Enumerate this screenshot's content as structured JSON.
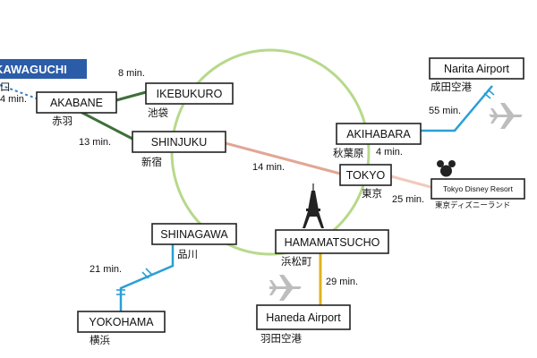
{
  "colors": {
    "yamanote": "#b7d98b",
    "saikyo": "#3f6f3a",
    "airport_line": "#2b9fd6",
    "narita_link": "#2b9fd6",
    "shinjuku_tokyo": "#e2a694",
    "monorail": "#e3b21a",
    "disney_link": "#f2c9bd",
    "banner": "#2b5ca8",
    "plane": "#bdbdbd"
  },
  "banner": {
    "en": "KAWAGUCHI",
    "jp": "口"
  },
  "stations": {
    "akabane": {
      "en": "AKABANE",
      "jp": "赤羽"
    },
    "ikebukuro": {
      "en": "IKEBUKURO",
      "jp": "池袋"
    },
    "shinjuku": {
      "en": "SHINJUKU",
      "jp": "新宿"
    },
    "akihabara": {
      "en": "AKIHABARA",
      "jp": "秋葉原"
    },
    "tokyo": {
      "en": "TOKYO",
      "jp": "東京"
    },
    "shinagawa": {
      "en": "SHINAGAWA",
      "jp": "品川"
    },
    "hamamatsucho": {
      "en": "HAMAMATSUCHO",
      "jp": "浜松町"
    },
    "yokohama": {
      "en": "YOKOHAMA",
      "jp": "横浜"
    },
    "narita": {
      "en": "Narita Airport",
      "jp": "成田空港"
    },
    "haneda": {
      "en": "Haneda Airport",
      "jp": "羽田空港"
    },
    "disney": {
      "en": "Tokyo Disney Resort",
      "jp": "東京ディズニーランド"
    }
  },
  "times": {
    "kawaguchi_akabane": "4 min.",
    "akabane_ikebukuro": "8 min.",
    "akabane_shinjuku": "13 min.",
    "shinjuku_tokyo": "14 min.",
    "akihabara_tokyo": "4 min.",
    "tokyo_disney": "25 min.",
    "narita_akihabara": "55 min.",
    "shinagawa_yokohama": "21 min.",
    "hamamatsucho_haneda": "29 min."
  },
  "icons": [
    "airplane-icon",
    "tokyo-tower-icon",
    "mickey-icon",
    "rail-transfer-icon"
  ]
}
